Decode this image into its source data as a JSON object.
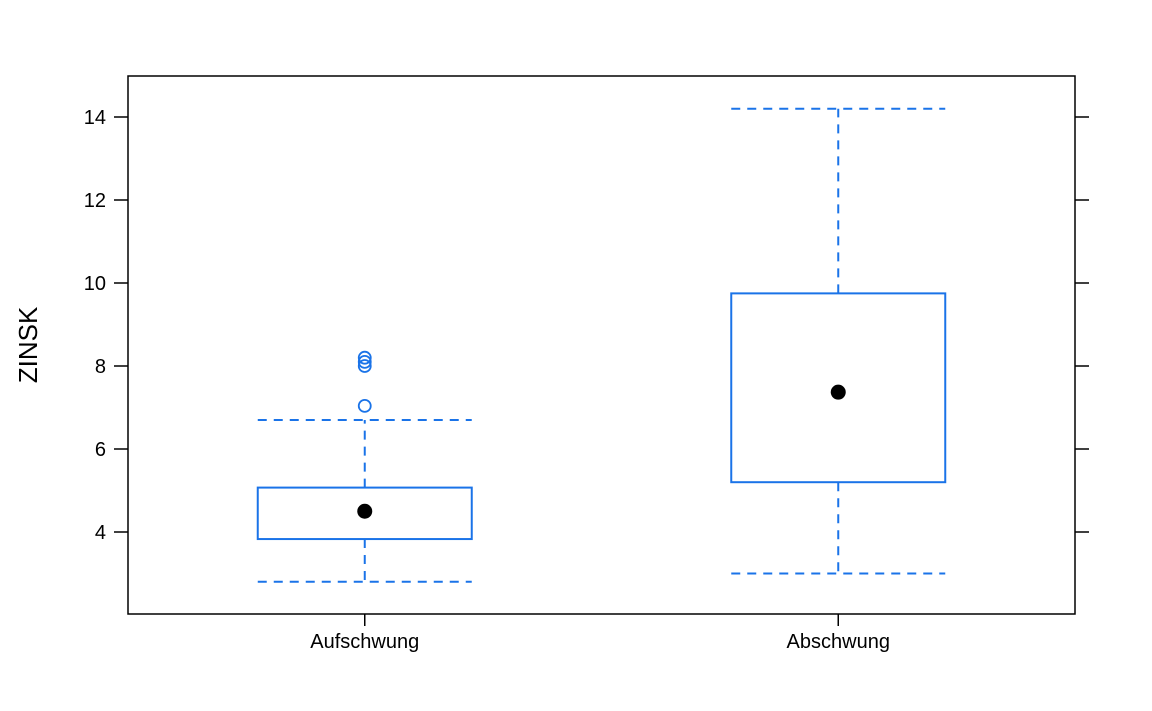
{
  "chart_data": {
    "type": "boxplot",
    "title": "",
    "xlabel": "",
    "ylabel": "ZINSK",
    "ylim": [
      2.0,
      15.0
    ],
    "yticks": [
      4,
      6,
      8,
      10,
      12,
      14
    ],
    "grid": false,
    "categories": [
      "Aufschwung",
      "Abschwung"
    ],
    "boxes": [
      {
        "category": "Aufschwung",
        "whisker_low": 2.8,
        "q1": 3.83,
        "median": 4.5,
        "q3": 5.07,
        "whisker_high": 6.7,
        "outliers": [
          7.04,
          8.0,
          8.1,
          8.2
        ]
      },
      {
        "category": "Abschwung",
        "whisker_low": 3.0,
        "q1": 5.2,
        "median": 7.37,
        "q3": 9.75,
        "whisker_high": 14.2,
        "outliers": []
      }
    ],
    "colors": {
      "box": "#1a73e8",
      "median": "#000000",
      "frame": "#000000"
    }
  }
}
